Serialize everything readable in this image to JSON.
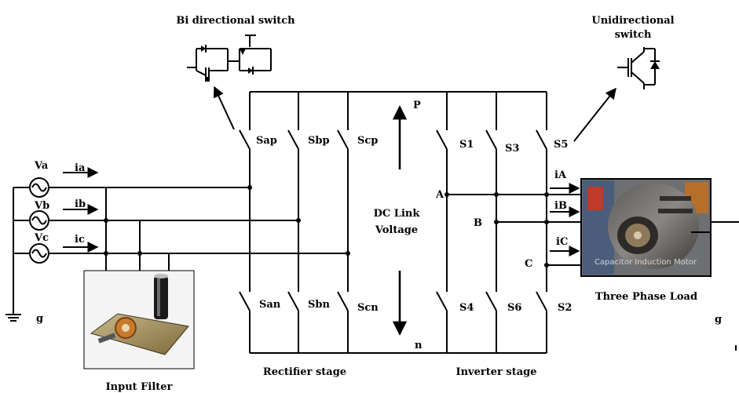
{
  "titles": {
    "bi_switch": "Bi directional switch",
    "uni_switch_1": "Unidirectional",
    "uni_switch_2": "switch",
    "rectifier": "Rectifier stage",
    "inverter": "Inverter stage",
    "input_filter": "Input Filter",
    "load": "Three Phase Load",
    "dc_link_1": "DC Link",
    "dc_link_2": "Voltage"
  },
  "sources": {
    "va": "Va",
    "vb": "Vb",
    "vc": "Vc"
  },
  "input_currents": {
    "ia": "ia",
    "ib": "ib",
    "ic": "ic"
  },
  "output_currents": {
    "iA": "iA",
    "iB": "iB",
    "iC": "iC"
  },
  "rectifier_switches": {
    "top": [
      "Sap",
      "Sbp",
      "Scp"
    ],
    "bottom": [
      "San",
      "Sbn",
      "Scn"
    ]
  },
  "inverter_switches": {
    "top": [
      "S1",
      "S3",
      "S5"
    ],
    "bottom": [
      "S4",
      "S6",
      "S2"
    ]
  },
  "rails": {
    "positive": "P",
    "negative": "n"
  },
  "nodes": {
    "a": "A",
    "b": "B",
    "c": "C"
  },
  "grounds": {
    "left": "g",
    "right": "g"
  },
  "load_photo_caption": "Capacitor Induction Motor"
}
